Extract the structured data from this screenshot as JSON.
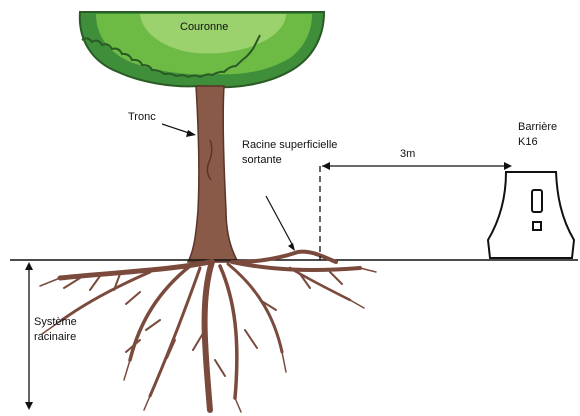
{
  "labels": {
    "crown": "Couronne",
    "trunk": "Tronc",
    "surface_root_line1": "Racine superficielle",
    "surface_root_line2": "sortante",
    "distance": "3m",
    "barrier_line1": "Barrière",
    "barrier_line2": "K16",
    "root_system_line1": "Système",
    "root_system_line2": "racinaire"
  },
  "colors": {
    "foliage_dark": "#3f8f3a",
    "foliage_mid": "#6dbb45",
    "foliage_light": "#a8d878",
    "trunk": "#8a5a48",
    "trunk_dark": "#5a3428",
    "roots": "#7a4a3c",
    "lines": "#111111"
  }
}
